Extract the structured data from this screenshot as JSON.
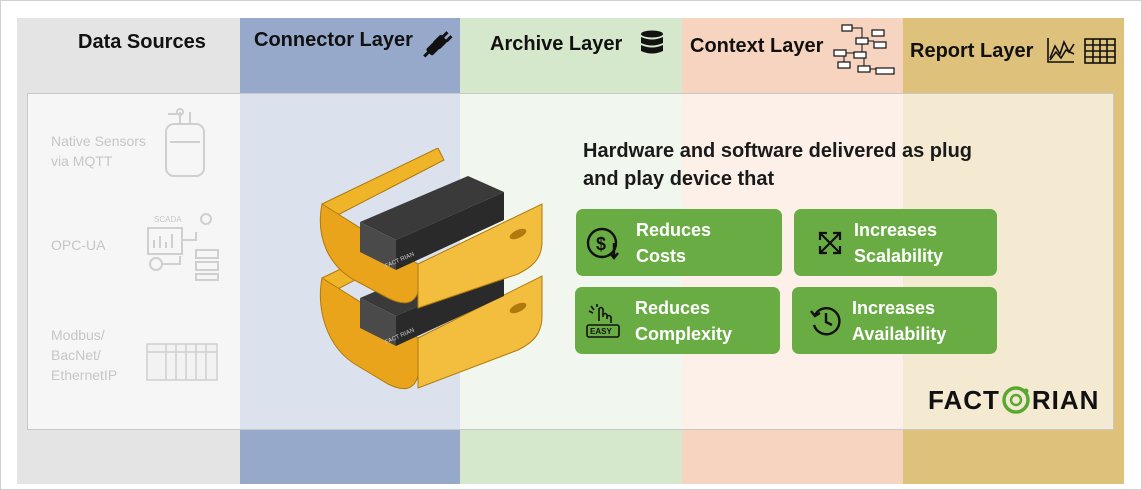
{
  "layers": [
    {
      "title": "Data Sources"
    },
    {
      "title": "Connector Layer",
      "icon": "plug-icon"
    },
    {
      "title": "Archive Layer",
      "icon": "database-icon"
    },
    {
      "title": "Context Layer",
      "icon": "hierarchy-diagram-icon"
    },
    {
      "title": "Report Layer",
      "icons": [
        "line-chart-icon",
        "table-icon"
      ]
    }
  ],
  "sources": [
    {
      "label": "Native Sensors via MQTT",
      "icon": "tank-sensor-icon"
    },
    {
      "label": "OPC-UA",
      "icon": "scada-icon"
    },
    {
      "label": "Modbus/ BacNet/ EthernetIP",
      "icon": "plc-rack-icon"
    }
  ],
  "device": {
    "icon": "factorian-device-image",
    "label": "FACTORIAN"
  },
  "headline": "Hardware and software delivered as plug and play device that",
  "benefits": [
    {
      "line1": "Reduces",
      "line2": "Costs",
      "icon": "dollar-down-icon"
    },
    {
      "line1": "Increases",
      "line2": "Scalability",
      "icon": "expand-arrows-icon"
    },
    {
      "line1": "Reduces",
      "line2": "Complexity",
      "icon": "easy-hand-icon"
    },
    {
      "line1": "Increases",
      "line2": "Availability",
      "icon": "clock-history-icon"
    }
  ],
  "logo": {
    "text_left": "FACT",
    "text_right": "RIAN"
  },
  "colors": {
    "data_sources": "#e4e4e4",
    "connector": "#96a9cb",
    "archive": "#d5e8cc",
    "context": "#f7d4bf",
    "report": "#dec17b",
    "benefit_green": "#6aac44",
    "device_yellow": "#f0b429",
    "logo_green": "#5aa832"
  }
}
